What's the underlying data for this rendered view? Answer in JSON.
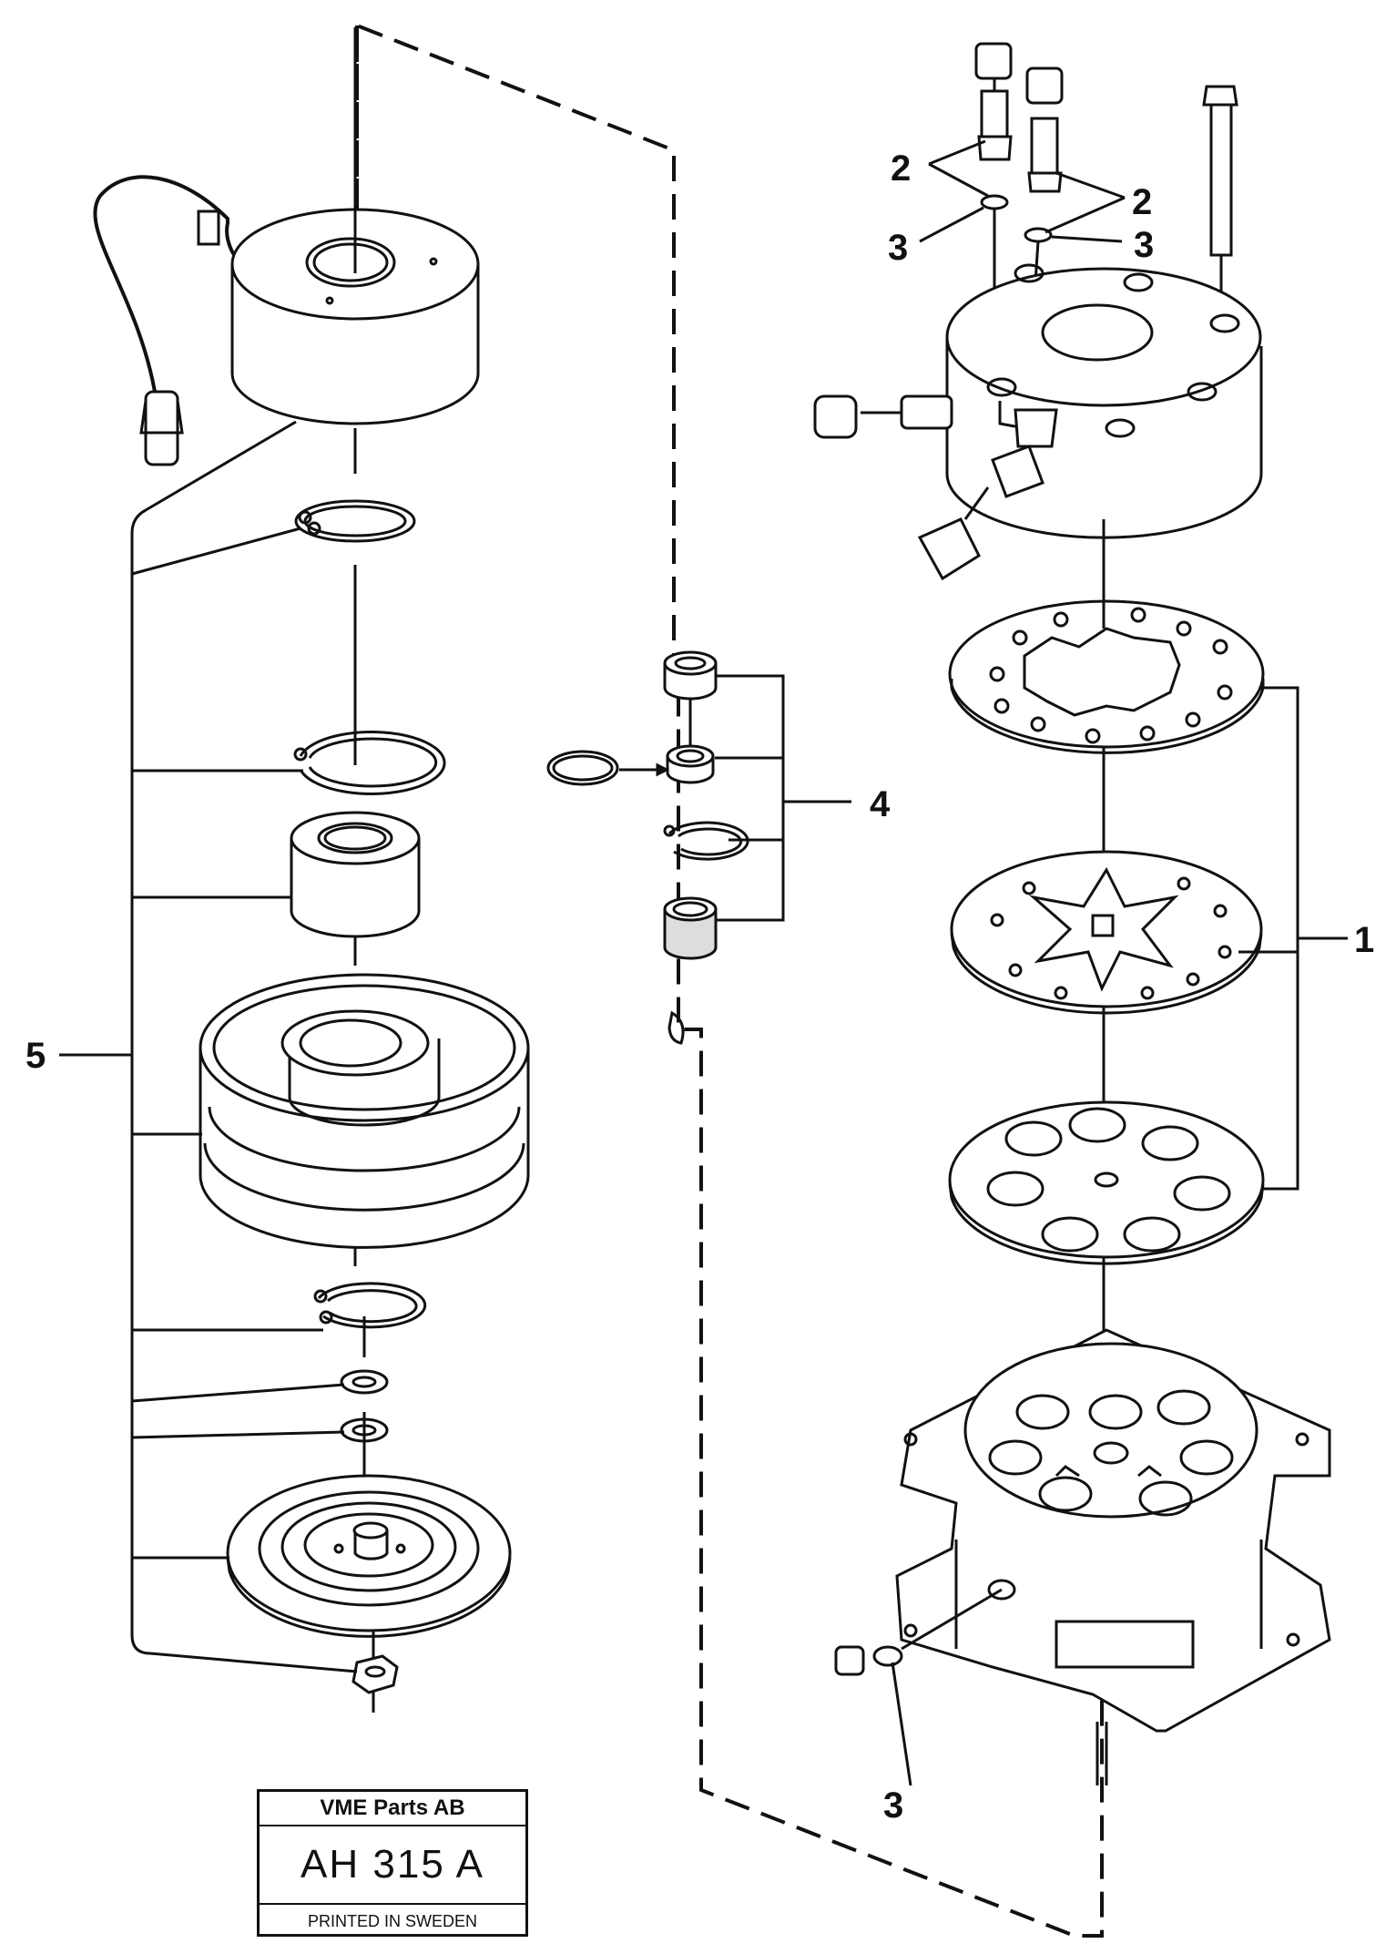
{
  "callouts": {
    "c1": "1",
    "c2a": "2",
    "c2b": "2",
    "c3a": "3",
    "c3b": "3",
    "c3c": "3",
    "c4": "4",
    "c5": "5"
  },
  "stamp": {
    "company": "VME Parts AB",
    "code": "AH 315 A",
    "printed": "PRINTED IN SWEDEN"
  }
}
